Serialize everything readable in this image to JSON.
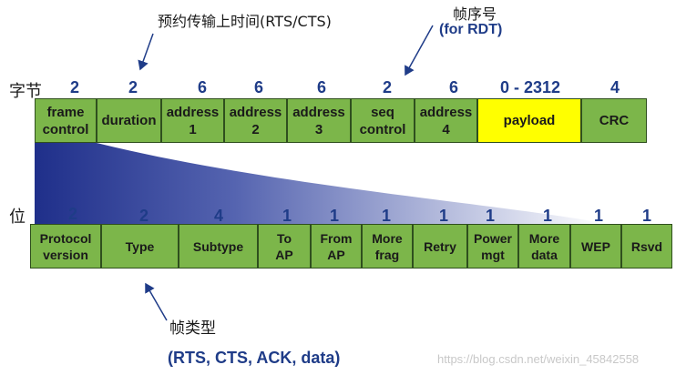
{
  "labels": {
    "bytes": "字节",
    "bits": "位",
    "duration_note": "预约传输上时间(RTS/CTS)",
    "seq_note_cn": "帧序号",
    "seq_note_en": "(for RDT)",
    "type_note_cn": "帧类型",
    "type_note_en": "(RTS, CTS, ACK, data)",
    "watermark": "https://blog.csdn.net/weixin_45842558"
  },
  "frame_fields": [
    {
      "size": "2",
      "label": "frame\ncontrol"
    },
    {
      "size": "2",
      "label": "duration"
    },
    {
      "size": "6",
      "label": "address\n1"
    },
    {
      "size": "6",
      "label": "address\n2"
    },
    {
      "size": "6",
      "label": "address\n3"
    },
    {
      "size": "2",
      "label": "seq\ncontrol"
    },
    {
      "size": "6",
      "label": "address\n4"
    },
    {
      "size": "0 - 2312",
      "label": "payload"
    },
    {
      "size": "4",
      "label": "CRC"
    }
  ],
  "control_fields": [
    {
      "size": "2",
      "label": "Protocol\nversion"
    },
    {
      "size": "2",
      "label": "Type"
    },
    {
      "size": "4",
      "label": "Subtype"
    },
    {
      "size": "1",
      "label": "To\nAP"
    },
    {
      "size": "1",
      "label": "From\nAP"
    },
    {
      "size": "1",
      "label": "More\nfrag"
    },
    {
      "size": "1",
      "label": "Retry"
    },
    {
      "size": "1",
      "label": "Power\nmgt"
    },
    {
      "size": "1",
      "label": "More\ndata"
    },
    {
      "size": "1",
      "label": "WEP"
    },
    {
      "size": "1",
      "label": "Rsvd"
    }
  ],
  "colors": {
    "field_green": "#7cb64a",
    "payload_yellow": "#ffff00",
    "number_blue": "#1f3c88",
    "wedge_blue": "#1f2f8a"
  }
}
